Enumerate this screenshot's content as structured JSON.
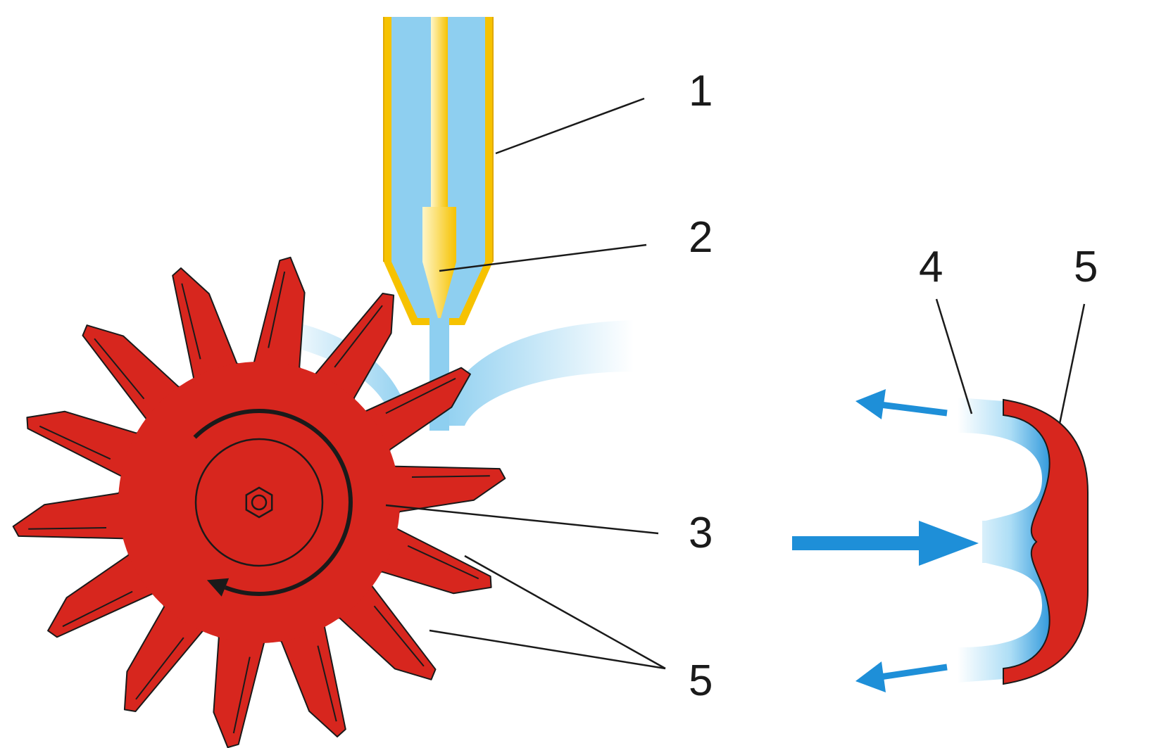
{
  "labels": {
    "nozzle": "1",
    "jet": "2",
    "wheel": "3",
    "water_film": "4",
    "bucket_left": "5",
    "bucket_right": "5"
  },
  "colors": {
    "wheel_red": "#d7261e",
    "nozzle_yellow": "#f6c200",
    "water_blue": "#8ecff0",
    "arrow_blue": "#1e8fd8",
    "outline": "#1a1a1a"
  },
  "icons": {
    "rotation": "rotation-arrow-icon",
    "hub": "hex-nut-icon"
  }
}
